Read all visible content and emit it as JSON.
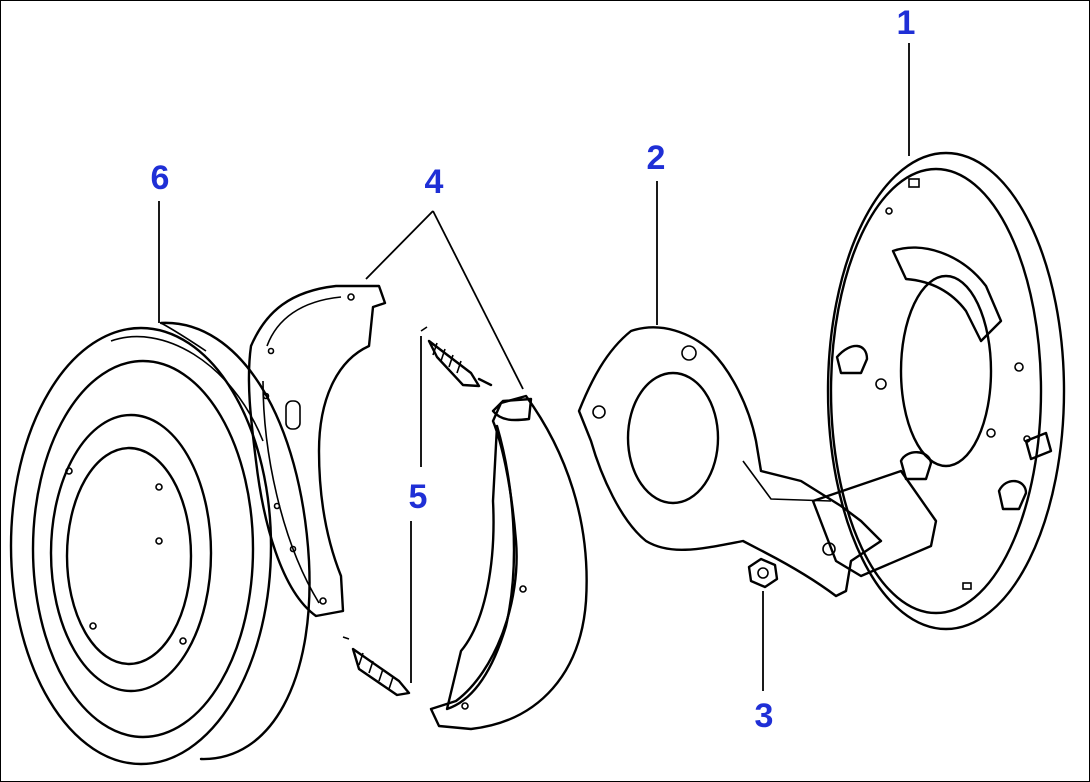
{
  "figure": {
    "callouts": [
      {
        "id": "1",
        "label": "1"
      },
      {
        "id": "2",
        "label": "2"
      },
      {
        "id": "3",
        "label": "3"
      },
      {
        "id": "4",
        "label": "4"
      },
      {
        "id": "5",
        "label": "5"
      },
      {
        "id": "6",
        "label": "6"
      }
    ],
    "colors": {
      "callout": "#1f2fd6",
      "line": "#000000",
      "background": "#ffffff"
    }
  }
}
